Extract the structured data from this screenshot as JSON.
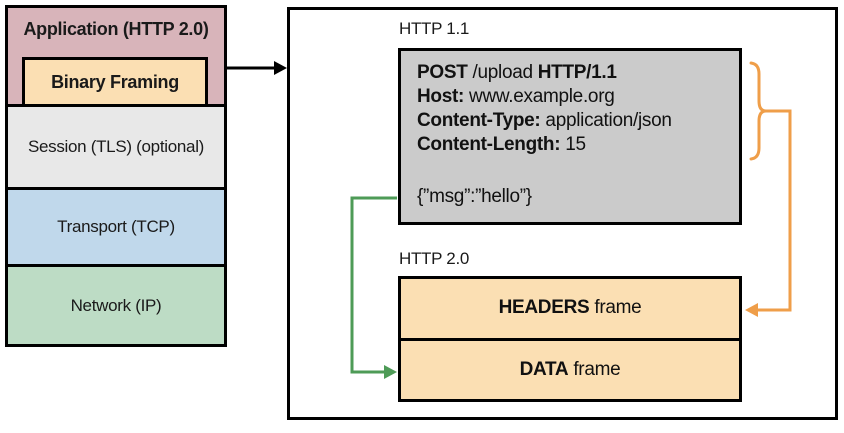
{
  "stack": {
    "application": {
      "label": "Application (HTTP 2.0)"
    },
    "binary_framing": {
      "label": "Binary Framing"
    },
    "session": {
      "label": "Session (TLS) (optional)"
    },
    "transport": {
      "label": "Transport (TCP)"
    },
    "network": {
      "label": "Network (IP)"
    }
  },
  "pipeline": {
    "http11": {
      "label": "HTTP 1.1",
      "request": {
        "method": "POST",
        "target": " /upload ",
        "version": "HTTP/1.1",
        "host_name": "Host:",
        "host_value": " www.example.org",
        "content_type_name": "Content-Type:",
        "content_type_value": " application/json",
        "content_length_name": "Content-Length:",
        "content_length_value": " 15",
        "body": "{”msg”:”hello”}"
      }
    },
    "http2": {
      "label": "HTTP 2.0",
      "headers_frame": {
        "name": "HEADERS",
        "suffix": " frame"
      },
      "data_frame": {
        "name": "DATA",
        "suffix": " frame"
      }
    }
  },
  "colors": {
    "application_fill": "#d8b4ba",
    "binary_framing_fill": "#fbdfb3",
    "session_fill": "#e8e8e8",
    "transport_fill": "#c0d8eb",
    "network_fill": "#bddcc5",
    "request_fill": "#cbcbcb",
    "frame_fill": "#fbdfb3",
    "headers_arrow": "#ef9e49",
    "data_arrow": "#4e9b57",
    "stack_arrow": "#000000"
  }
}
